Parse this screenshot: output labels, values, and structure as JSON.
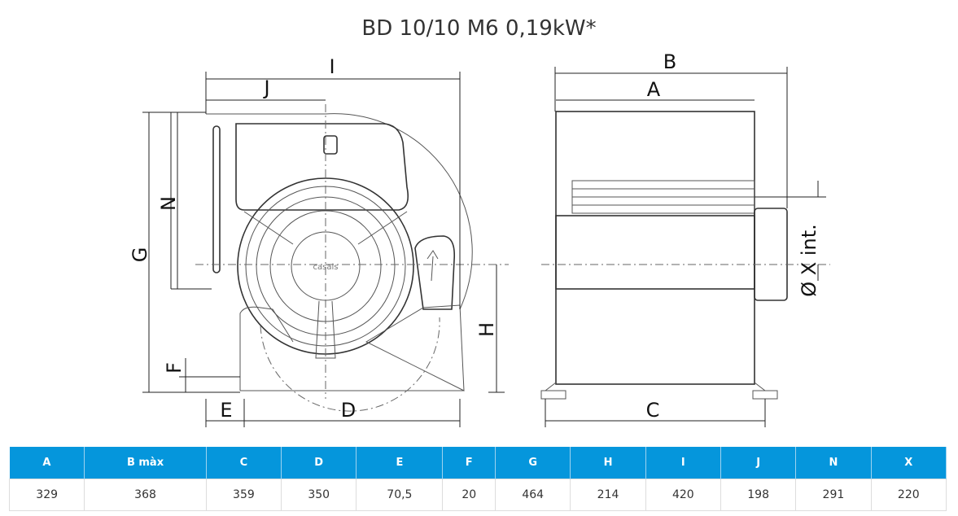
{
  "title": "BD 10/10 M6 0,19kW*",
  "logo_text": "casals",
  "dimension_labels": {
    "I": "I",
    "J": "J",
    "B": "B",
    "A": "A",
    "N": "N",
    "G": "G",
    "H": "H",
    "F": "F",
    "E": "E",
    "D": "D",
    "C": "C",
    "X": "Ø X int."
  },
  "table": {
    "headers": [
      "A",
      "B màx",
      "C",
      "D",
      "E",
      "F",
      "G",
      "H",
      "I",
      "J",
      "N",
      "X"
    ],
    "values": [
      "329",
      "368",
      "359",
      "350",
      "70,5",
      "20",
      "464",
      "214",
      "420",
      "198",
      "291",
      "220"
    ]
  },
  "colors": {
    "header_bg": "#0596dc",
    "header_text": "#ffffff"
  }
}
